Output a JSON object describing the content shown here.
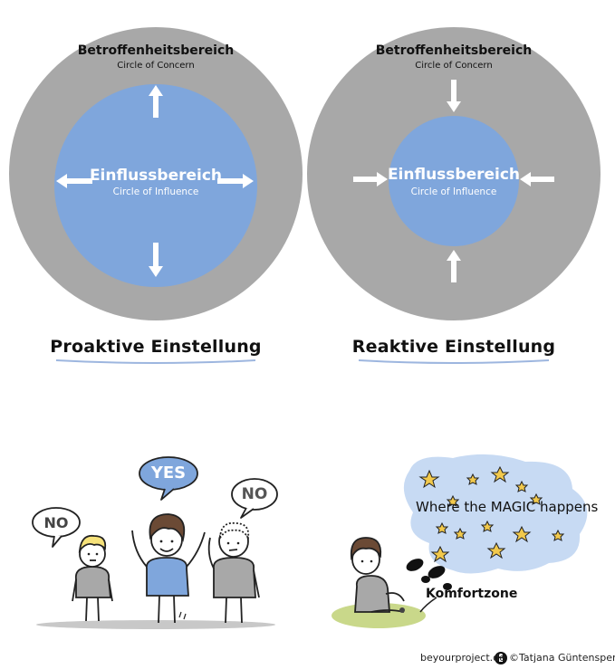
{
  "diagrams": [
    {
      "id": "proactive",
      "outer_title": "Betroffenheitsbereich",
      "outer_subtitle": "Circle of Concern",
      "inner_title": "Einflussbereich",
      "inner_subtitle": "Circle of Influence",
      "arrow_direction": "outward",
      "caption": "Proaktive Einstellung"
    },
    {
      "id": "reactive",
      "outer_title": "Betroffenheitsbereich",
      "outer_subtitle": "Circle of Concern",
      "inner_title": "Einflussbereich",
      "inner_subtitle": "Circle of Influence",
      "arrow_direction": "inward",
      "caption": "Reaktive Einstellung"
    }
  ],
  "people": {
    "left_bubble": "NO",
    "center_bubble": "YES",
    "right_bubble": "NO"
  },
  "comfort": {
    "magic_text": "Where the MAGIC happens",
    "zone_label": "Komfortzone"
  },
  "credit": {
    "site": "beyourproject.de",
    "author": "©Tatjana Güntensperger"
  },
  "colors": {
    "outer_ring": "#a8a8a8",
    "inner_circle": "#7fa6dc",
    "bubble_blue": "#7fa6dc",
    "cloud": "#c7daf3",
    "star": "#f2c94c",
    "grass": "#c9d88a"
  }
}
